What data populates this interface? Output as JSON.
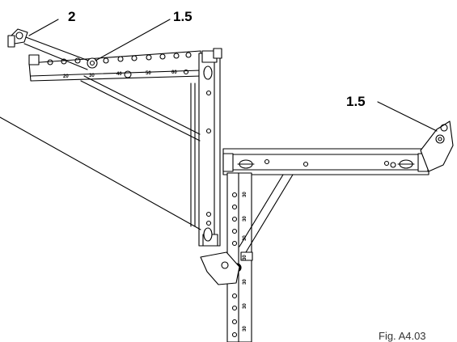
{
  "callouts": {
    "top_left": "2",
    "top_middle": "1.5",
    "right": "1.5"
  },
  "scale_marks": [
    "20",
    "30",
    "40",
    "50",
    "60"
  ],
  "vertical_scale_marks": [
    "30",
    "30",
    "30",
    "30",
    "30",
    "30",
    "30"
  ],
  "figure_caption": "Fig. A4.03",
  "colors": {
    "line": "#000000",
    "background": "#ffffff"
  }
}
